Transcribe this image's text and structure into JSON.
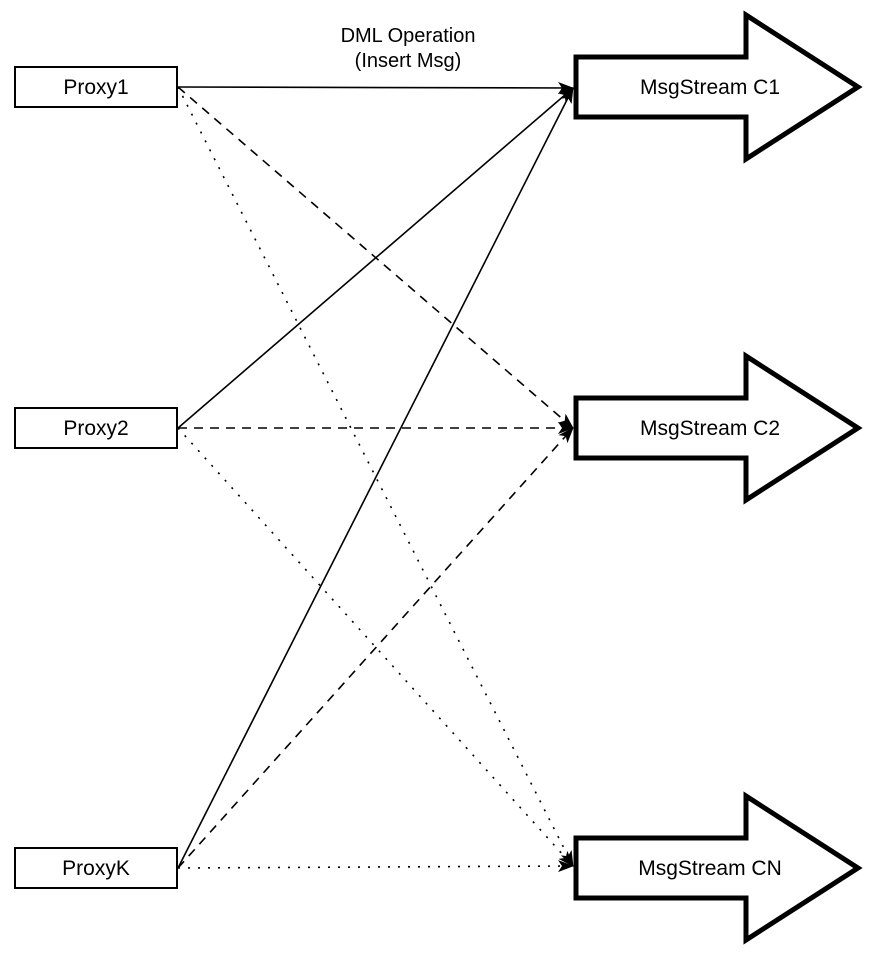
{
  "diagram": {
    "edge_label": {
      "line1": "DML Operation",
      "line2": "(Insert Msg)"
    },
    "proxies": [
      {
        "id": "proxy1",
        "label": "Proxy1"
      },
      {
        "id": "proxy2",
        "label": "Proxy2"
      },
      {
        "id": "proxyk",
        "label": "ProxyK"
      }
    ],
    "streams": [
      {
        "id": "c1",
        "label": "MsgStream C1"
      },
      {
        "id": "c2",
        "label": "MsgStream C2"
      },
      {
        "id": "cn",
        "label": "MsgStream CN"
      }
    ],
    "edges": [
      {
        "from": "proxy1",
        "to": "c1",
        "style": "solid"
      },
      {
        "from": "proxy2",
        "to": "c1",
        "style": "solid"
      },
      {
        "from": "proxyk",
        "to": "c1",
        "style": "solid"
      },
      {
        "from": "proxy1",
        "to": "c2",
        "style": "dashed"
      },
      {
        "from": "proxy2",
        "to": "c2",
        "style": "dashed"
      },
      {
        "from": "proxyk",
        "to": "c2",
        "style": "dashed"
      },
      {
        "from": "proxy1",
        "to": "cn",
        "style": "dotted"
      },
      {
        "from": "proxy2",
        "to": "cn",
        "style": "dotted"
      },
      {
        "from": "proxyk",
        "to": "cn",
        "style": "dotted"
      }
    ],
    "colors": {
      "stroke": "#000000",
      "fill": "#ffffff",
      "background": "#ffffff"
    }
  }
}
